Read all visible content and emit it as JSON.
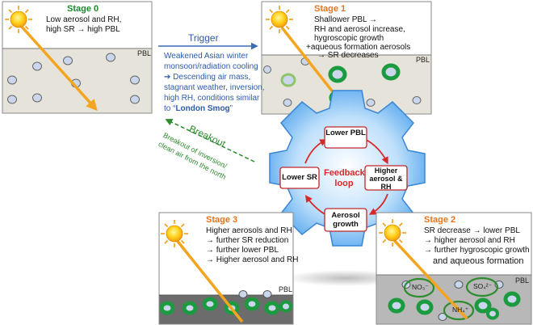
{
  "stage0": {
    "title": "Stage 0",
    "line1": "Low aerosol and RH,",
    "line2": "high SR → high PBL",
    "pbl": "PBL"
  },
  "stage1": {
    "title": "Stage 1",
    "line1": "Shallower PBL →",
    "line2": "RH and aerosol increase,",
    "line3": "hygroscopic growth",
    "line4": "+aqueous formation aerosols",
    "line5": "→ SR decreases",
    "pbl": "PBL"
  },
  "stage2": {
    "title": "Stage 2",
    "line1": "SR decrease → lower PBL",
    "line2": "→ higher aerosol and RH",
    "line3": "→ further hygroscopic growth",
    "line4": "and aqueous formation",
    "pbl": "PBL",
    "no3": "NO₃⁻",
    "so4": "SO₄²⁻",
    "nh4": "NH₄⁺"
  },
  "stage3": {
    "title": "Stage 3",
    "line1": "Higher  aerosols and RH",
    "line2": "→ further SR reduction",
    "line3": "→ further lower PBL",
    "line4": "→ Higher aerosol and RH",
    "pbl": "PBL"
  },
  "trigger": {
    "label": "Trigger",
    "line1": "Weakened Asian winter",
    "line2": "monsoon/radiation cooling",
    "line3": "➔ Descending air mass,",
    "line4": "stagnant weather, inversion,",
    "line5": "high RH, conditions similar",
    "line6a": "to “",
    "line6b": "London Smog",
    "line6c": "”"
  },
  "breakout": {
    "label": "Breakout",
    "sub1": "Breakout of inversion/",
    "sub2": "clean air from the north"
  },
  "gear": {
    "lower_pbl": "Lower PBL",
    "higher_aerosol": "Higher aerosol & RH",
    "aerosol_growth": "Aerosol growth",
    "lower_sr": "Lower SR",
    "feedback": "Feedback loop"
  }
}
